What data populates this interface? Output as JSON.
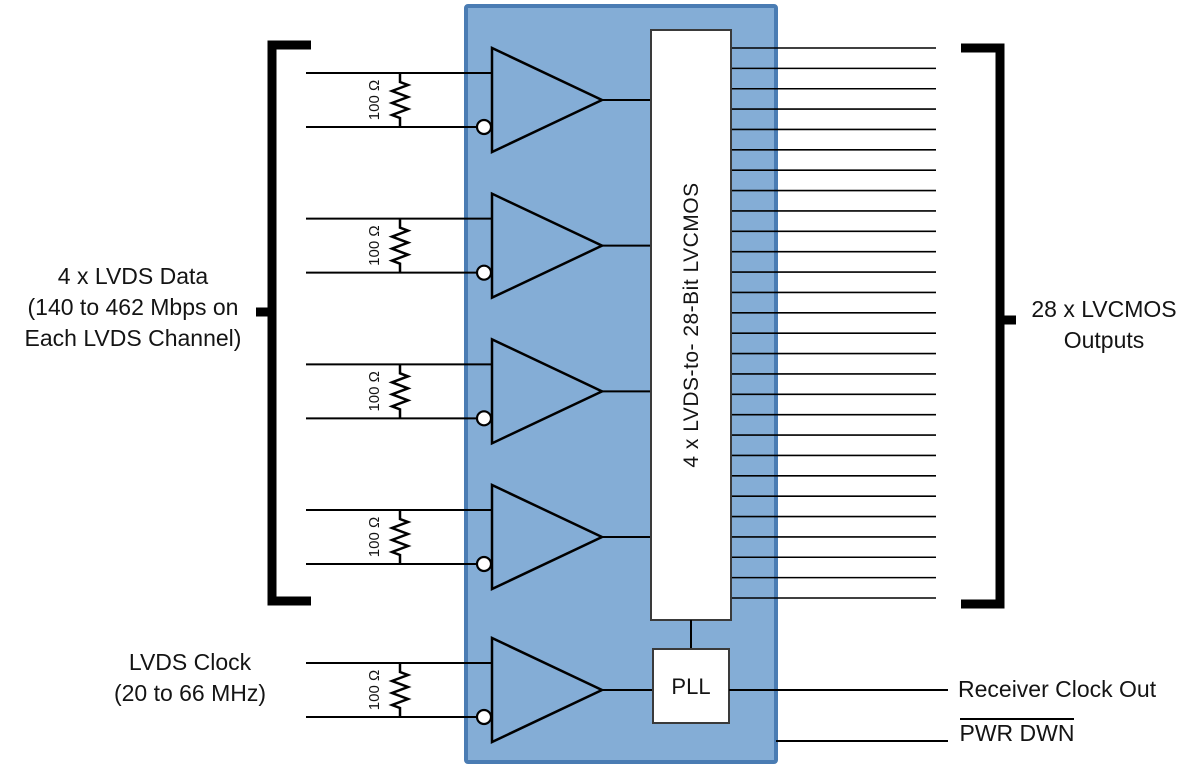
{
  "diagram": {
    "left_label": [
      "4 x LVDS Data",
      "(140 to 462 Mbps on",
      "Each LVDS Channel)"
    ],
    "clock_label": [
      "LVDS Clock",
      "(20 to 66 MHz)"
    ],
    "termination_label": "100 Ω",
    "core_block_label": "4 x LVDS-to- 28-Bit LVCMOS",
    "pll_label": "PLL",
    "right_label": [
      "28 x LVCMOS",
      "Outputs"
    ],
    "receiver_clock_out_label": "Receiver Clock Out",
    "pwr_dwn_label": "PWR DWN",
    "output_count": 28,
    "data_channel_count": 4,
    "clock_channel_count": 1,
    "colors": {
      "chip_fill": "#84ADD6",
      "chip_border": "#4A7CB3",
      "line": "#000000"
    }
  }
}
